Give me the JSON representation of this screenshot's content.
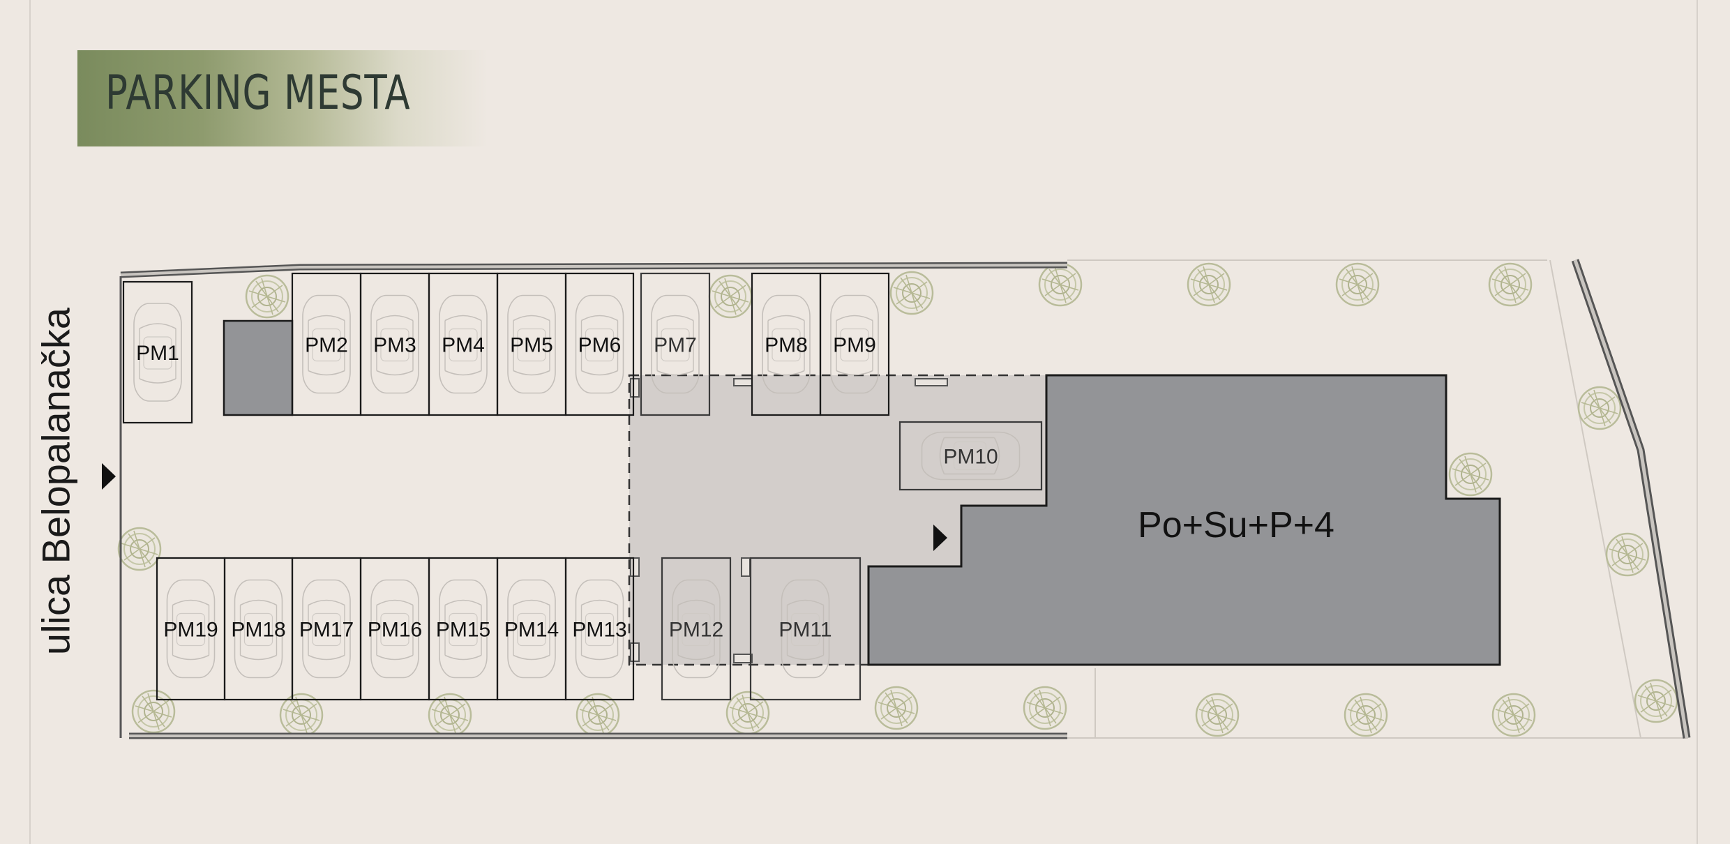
{
  "title": "PARKING MESTA",
  "street_label": "ulica Belopalanačka",
  "building_label": "Po+Su+P+4",
  "spots": [
    {
      "id": "PM1"
    },
    {
      "id": "PM2"
    },
    {
      "id": "PM3"
    },
    {
      "id": "PM4"
    },
    {
      "id": "PM5"
    },
    {
      "id": "PM6"
    },
    {
      "id": "PM7"
    },
    {
      "id": "PM8"
    },
    {
      "id": "PM9"
    },
    {
      "id": "PM10"
    },
    {
      "id": "PM11"
    },
    {
      "id": "PM12"
    },
    {
      "id": "PM13"
    },
    {
      "id": "PM14"
    },
    {
      "id": "PM15"
    },
    {
      "id": "PM16"
    },
    {
      "id": "PM17"
    },
    {
      "id": "PM18"
    },
    {
      "id": "PM19"
    }
  ],
  "colors": {
    "background": "#eee8e2",
    "building": "#939497",
    "ramp": "#d3cecb",
    "banner": "#7a8b5d",
    "tree": "#b9bc9a"
  },
  "icons": [
    "entrance-arrow-icon",
    "tree-icon",
    "car-icon"
  ]
}
